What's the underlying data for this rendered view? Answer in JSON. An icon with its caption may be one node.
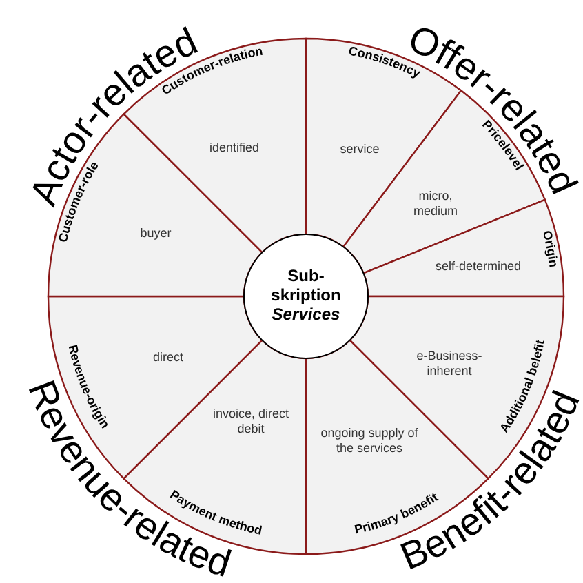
{
  "diagram": {
    "nodes": [
      {
        "text": [
          "Customer-relation",
          "identified"
        ]
      },
      {
        "text": [
          "Consistency",
          "service"
        ]
      },
      {
        "text": [
          "Pricelevel",
          "micro, medium"
        ]
      },
      {
        "text": [
          "Origin",
          "self-determined"
        ]
      },
      {
        "text": [
          "e-Business- inherent",
          "Additional belefit"
        ]
      },
      {
        "text": [
          "ongoing supply of the services",
          "Primary benefit"
        ]
      },
      {
        "text": [
          "invoice, direct debit",
          "Payment method"
        ]
      },
      {
        "text": [
          "Revenue-origin",
          "direct"
        ]
      },
      {
        "text": [
          "Customer-role",
          "buyer"
        ]
      },
      {
        "text": [
          "Sub- skription",
          "Services"
        ]
      }
    ],
    "edges": [],
    "labels": [
      "Actor-related",
      "Offer-related",
      "Revenue-related",
      "Benefit-related"
    ]
  }
}
